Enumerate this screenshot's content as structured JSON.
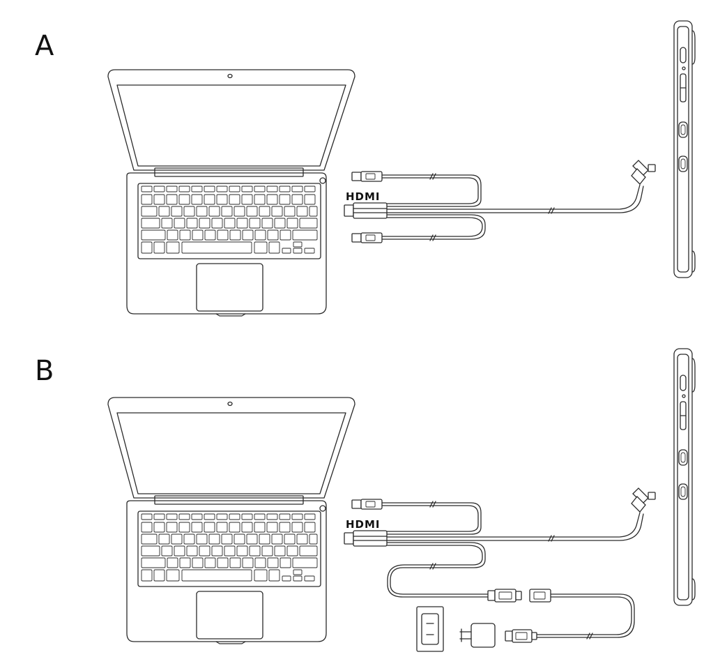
{
  "panels": [
    {
      "id": "A",
      "label": "A",
      "connector_label": "HDMI"
    },
    {
      "id": "B",
      "label": "B",
      "connector_label": "HDMI"
    }
  ],
  "icons": {
    "laptop": "laptop-icon",
    "tablet": "pen-display-tablet-icon",
    "cable": "three-in-one-cable-icon",
    "adapter": "power-adapter-icon",
    "outlet": "wall-outlet-icon"
  }
}
